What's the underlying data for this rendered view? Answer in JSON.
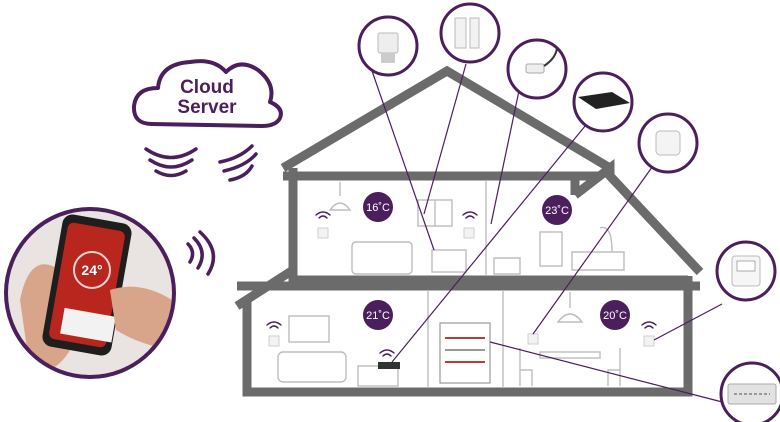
{
  "cloud": {
    "line1": "Cloud",
    "line2": "Server"
  },
  "rooms": [
    {
      "name": "upstairs-left",
      "temperature": "16˚C"
    },
    {
      "name": "upstairs-right",
      "temperature": "23˚C"
    },
    {
      "name": "downstairs-left",
      "temperature": "21˚C"
    },
    {
      "name": "downstairs-right",
      "temperature": "20˚C"
    }
  ],
  "phone": {
    "display_temperature": "24°"
  },
  "colors": {
    "brand_purple": "#4a1f5c",
    "wall_grey": "#6b6b6b",
    "furniture_grey": "#bdbdbd"
  },
  "devices": [
    "radiator-valve-icon",
    "window-sensor-icon",
    "temperature-probe-icon",
    "gateway-hub-icon",
    "motion-sensor-icon",
    "thermostat-icon",
    "manifold-controller-icon"
  ]
}
